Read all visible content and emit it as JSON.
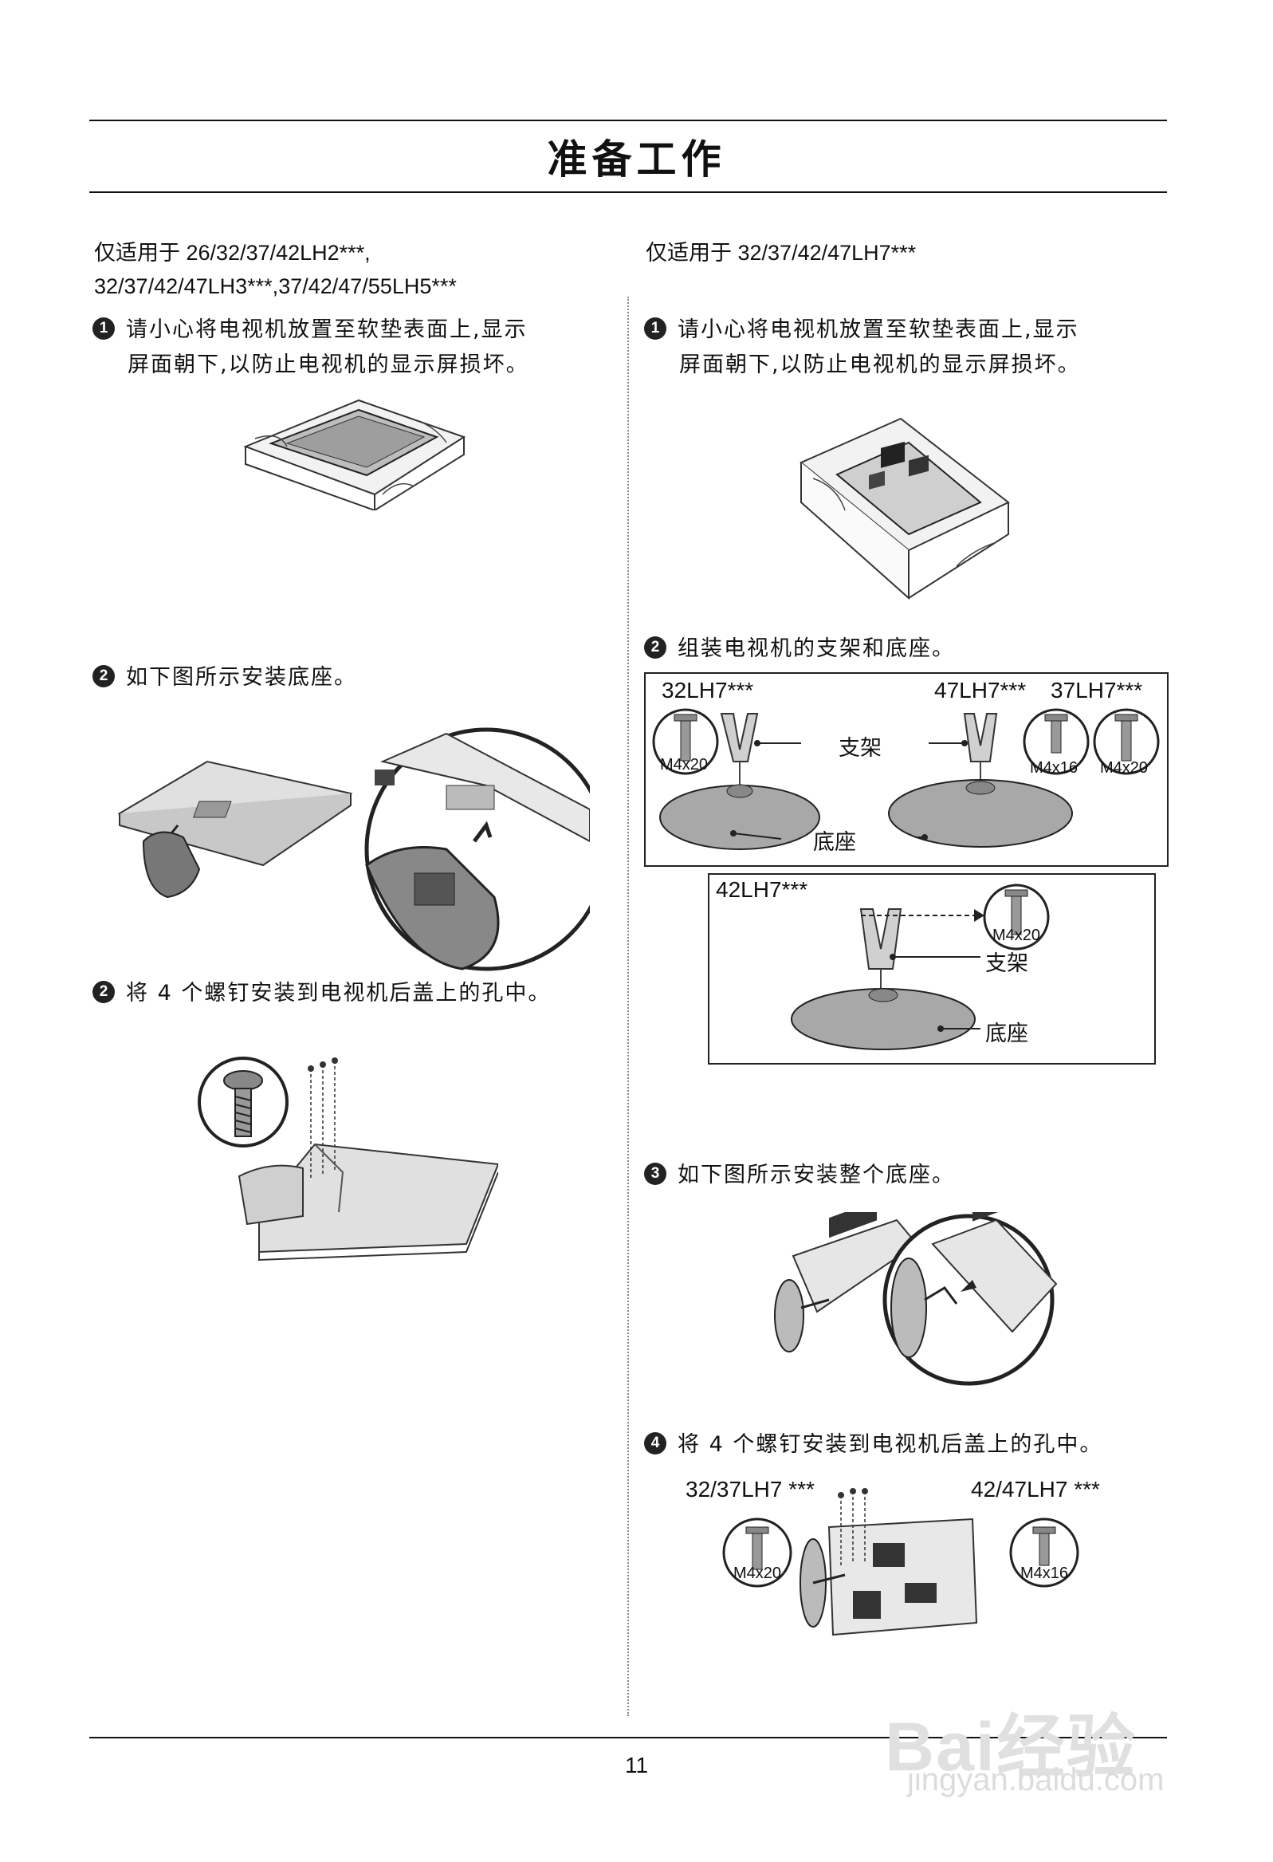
{
  "title": "准备工作",
  "left": {
    "heading_line1": "仅适用于 26/32/37/42LH2***,",
    "heading_line2": "32/37/42/47LH3***,37/42/47/55LH5***",
    "step1_num": "1",
    "step1_line1": "请小心将电视机放置至软垫表面上,显示",
    "step1_line2": "屏面朝下,以防止电视机的显示屏损坏。",
    "step2_num": "2",
    "step2_text": "如下图所示安装底座。",
    "step3_num": "2",
    "step3_text": "将 4 个螺钉安装到电视机后盖上的孔中。"
  },
  "right": {
    "heading": "仅适用于 32/37/42/47LH7***",
    "step1_num": "1",
    "step1_line1": "请小心将电视机放置至软垫表面上,显示",
    "step1_line2": "屏面朝下,以防止电视机的显示屏损坏。",
    "step2_num": "2",
    "step2_text": "组装电视机的支架和底座。",
    "box1": {
      "model_a": "32LH7***",
      "model_b": "47LH7***",
      "model_c": "37LH7***",
      "screw_a": "M4x20",
      "screw_b": "M4x16",
      "screw_c": "M4x20",
      "bracket": "支架",
      "base": "底座"
    },
    "box2": {
      "model": "42LH7***",
      "screw": "M4x20",
      "bracket": "支架",
      "base": "底座"
    },
    "step3_num": "3",
    "step3_text": "如下图所示安装整个底座。",
    "step4_num": "4",
    "step4_text": "将 4 个螺钉安装到电视机后盖上的孔中。",
    "fig4": {
      "model_left": "32/37LH7 ***",
      "model_right": "42/47LH7 ***",
      "screw_left": "M4x20",
      "screw_right": "M4x16"
    }
  },
  "page_number": "11",
  "watermark": {
    "brand": "Bai经验",
    "url": "jingyan.baidu.com"
  }
}
